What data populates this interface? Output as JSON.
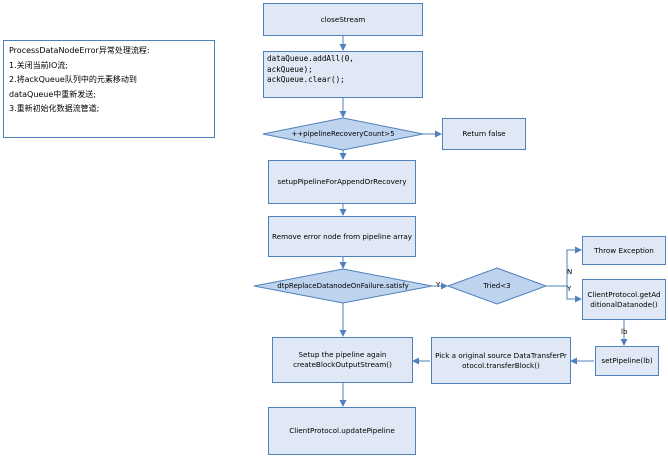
{
  "note": {
    "lines": [
      "ProcessDataNodeError异常处理流程:",
      "1.关闭当前IO流;",
      "2.将ackQueue队列中的元素移动到",
      "dataQueue中重新发送;",
      "3.重新初始化数据流管道;"
    ]
  },
  "nodes": {
    "close_stream": "closeStream",
    "data_queue": "dataQueue.addAll(0,\nackQueue);\nackQueue.clear();",
    "recovery_check": "++pipelineRecoveryCount>5",
    "return_false": "Return false",
    "setup_pipeline_recovery": "setupPipelineForAppendOrRecovery",
    "remove_error_node": "Remove error node from pipeline array",
    "dtp_replace": "dtpReplaceDatanodeOnFailure.satisfy",
    "tried": "Tried<3",
    "throw_exception": "Throw Exception",
    "get_additional": "ClientProtocol.getAdditionalDatanode()",
    "set_pipeline": "setPipeline(lb)",
    "pick_source": "Pick a original source DataTransferProtocol.transferBlock()",
    "setup_again": "Setup the pipeline again createBlockOutputStream()",
    "update_pipeline": "ClientProtocol.updatePipeline"
  },
  "edge_labels": {
    "yes_1": "Y",
    "no_tried": "N",
    "yes_tried": "Y",
    "lb": "lb"
  },
  "colors": {
    "node_fill": "#dfe8f4",
    "node_border": "#4f81bd",
    "diamond_fill": "#bdd3ee",
    "arrow": "#4f81bd"
  }
}
